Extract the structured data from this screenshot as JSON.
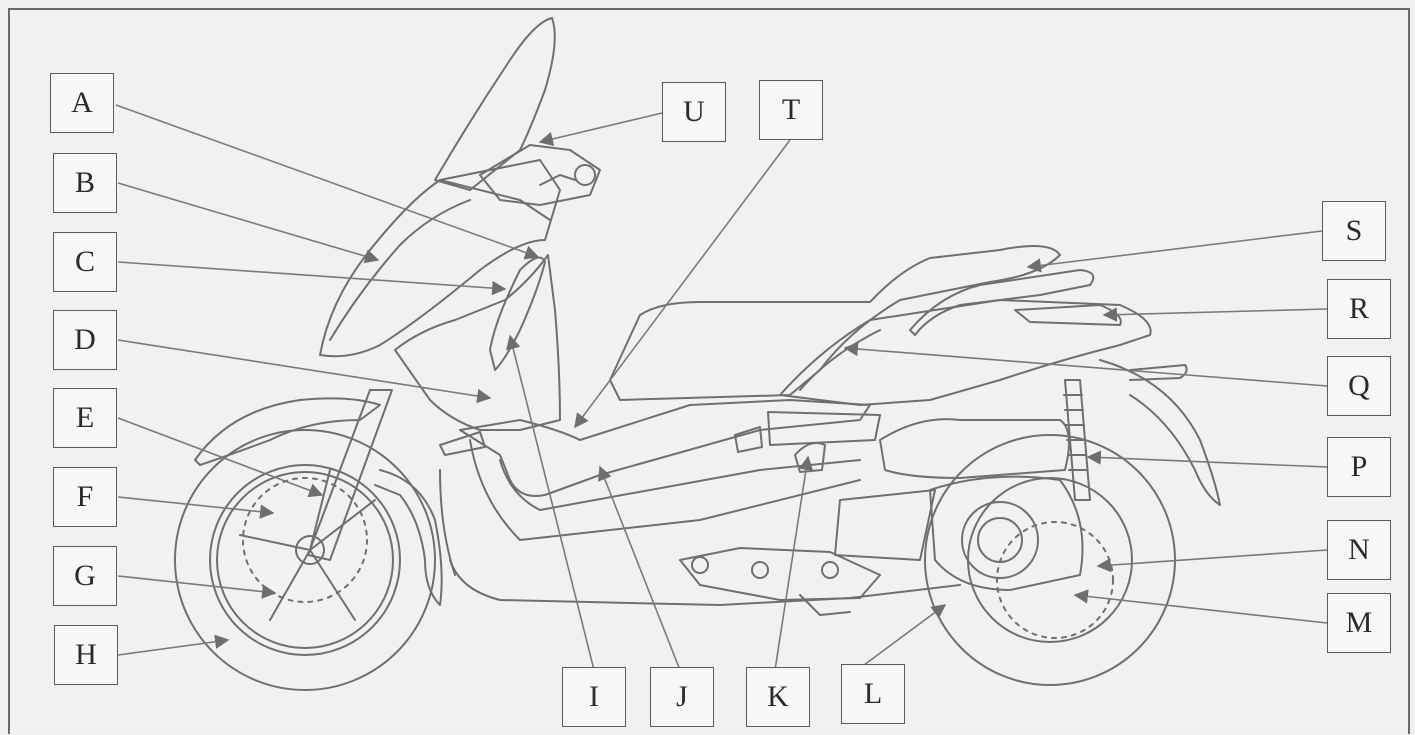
{
  "labels": {
    "A": "A",
    "B": "B",
    "C": "C",
    "D": "D",
    "E": "E",
    "F": "F",
    "G": "G",
    "H": "H",
    "I": "I",
    "J": "J",
    "K": "K",
    "L": "L",
    "M": "M",
    "N": "N",
    "P": "P",
    "Q": "Q",
    "R": "R",
    "S": "S",
    "T": "T",
    "U": "U"
  },
  "colors": {
    "line": "#7a7a7a",
    "box_border": "#5a5a5a",
    "background": "#f1f1ef"
  }
}
